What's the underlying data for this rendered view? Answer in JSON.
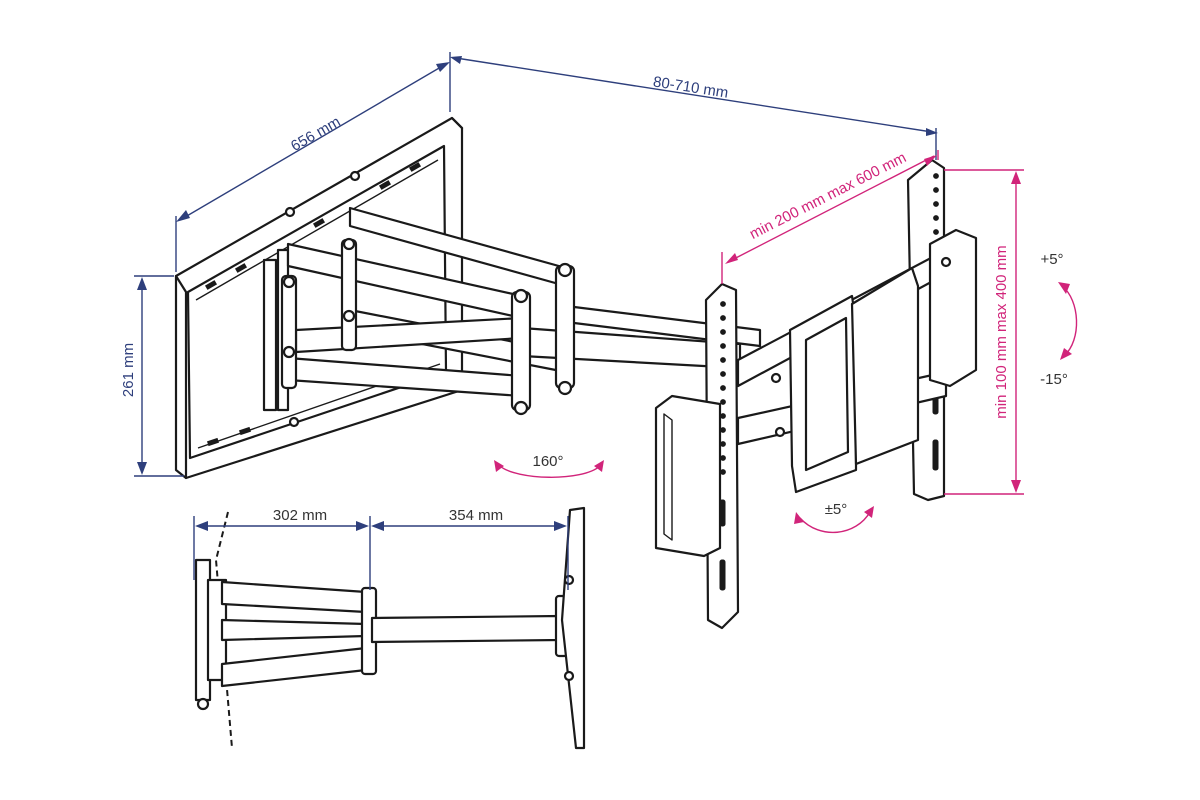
{
  "dimensions": {
    "depth_total": "80-710 mm",
    "arm_length": "656 mm",
    "wall_plate_height": "261 mm",
    "vesa_horizontal": "min 200 mm max 600 mm",
    "vesa_vertical": "min 100 mm max 400 mm",
    "side_arm_1": "302 mm",
    "side_arm_2": "354 mm"
  },
  "angles": {
    "swivel": "160°",
    "tilt_up": "+5°",
    "tilt_down": "-15°",
    "rotation": "±5°"
  },
  "colors": {
    "dimension_blue": "#2e3f7c",
    "dimension_pink": "#d1247a",
    "outline": "#1a1a1a"
  }
}
